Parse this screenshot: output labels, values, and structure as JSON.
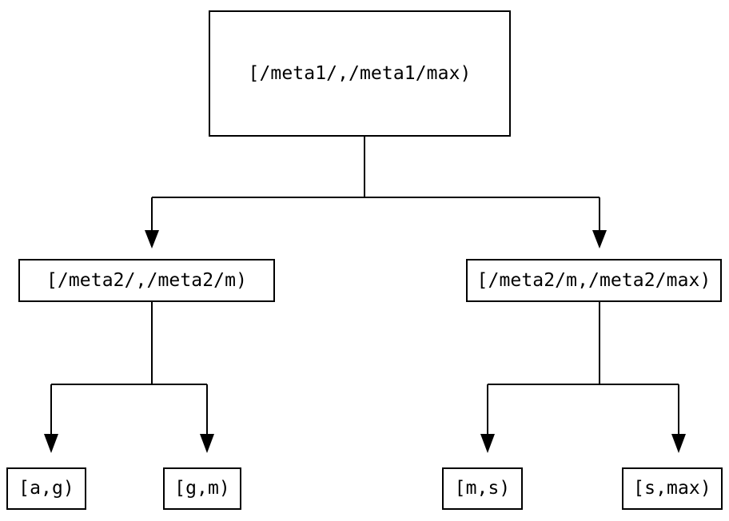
{
  "tree": {
    "root": {
      "label": "[/meta1/,/meta1/max)",
      "children": [
        {
          "label": "[/meta2/,/meta2/m)",
          "children": [
            {
              "label": "[a,g)"
            },
            {
              "label": "[g,m)"
            }
          ]
        },
        {
          "label": "[/meta2/m,/meta2/max)",
          "children": [
            {
              "label": "[m,s)"
            },
            {
              "label": "[s,max)"
            }
          ]
        }
      ]
    }
  },
  "colors": {
    "background": "#ffffff",
    "box_border": "#000000",
    "line": "#000000",
    "text": "#000000"
  }
}
